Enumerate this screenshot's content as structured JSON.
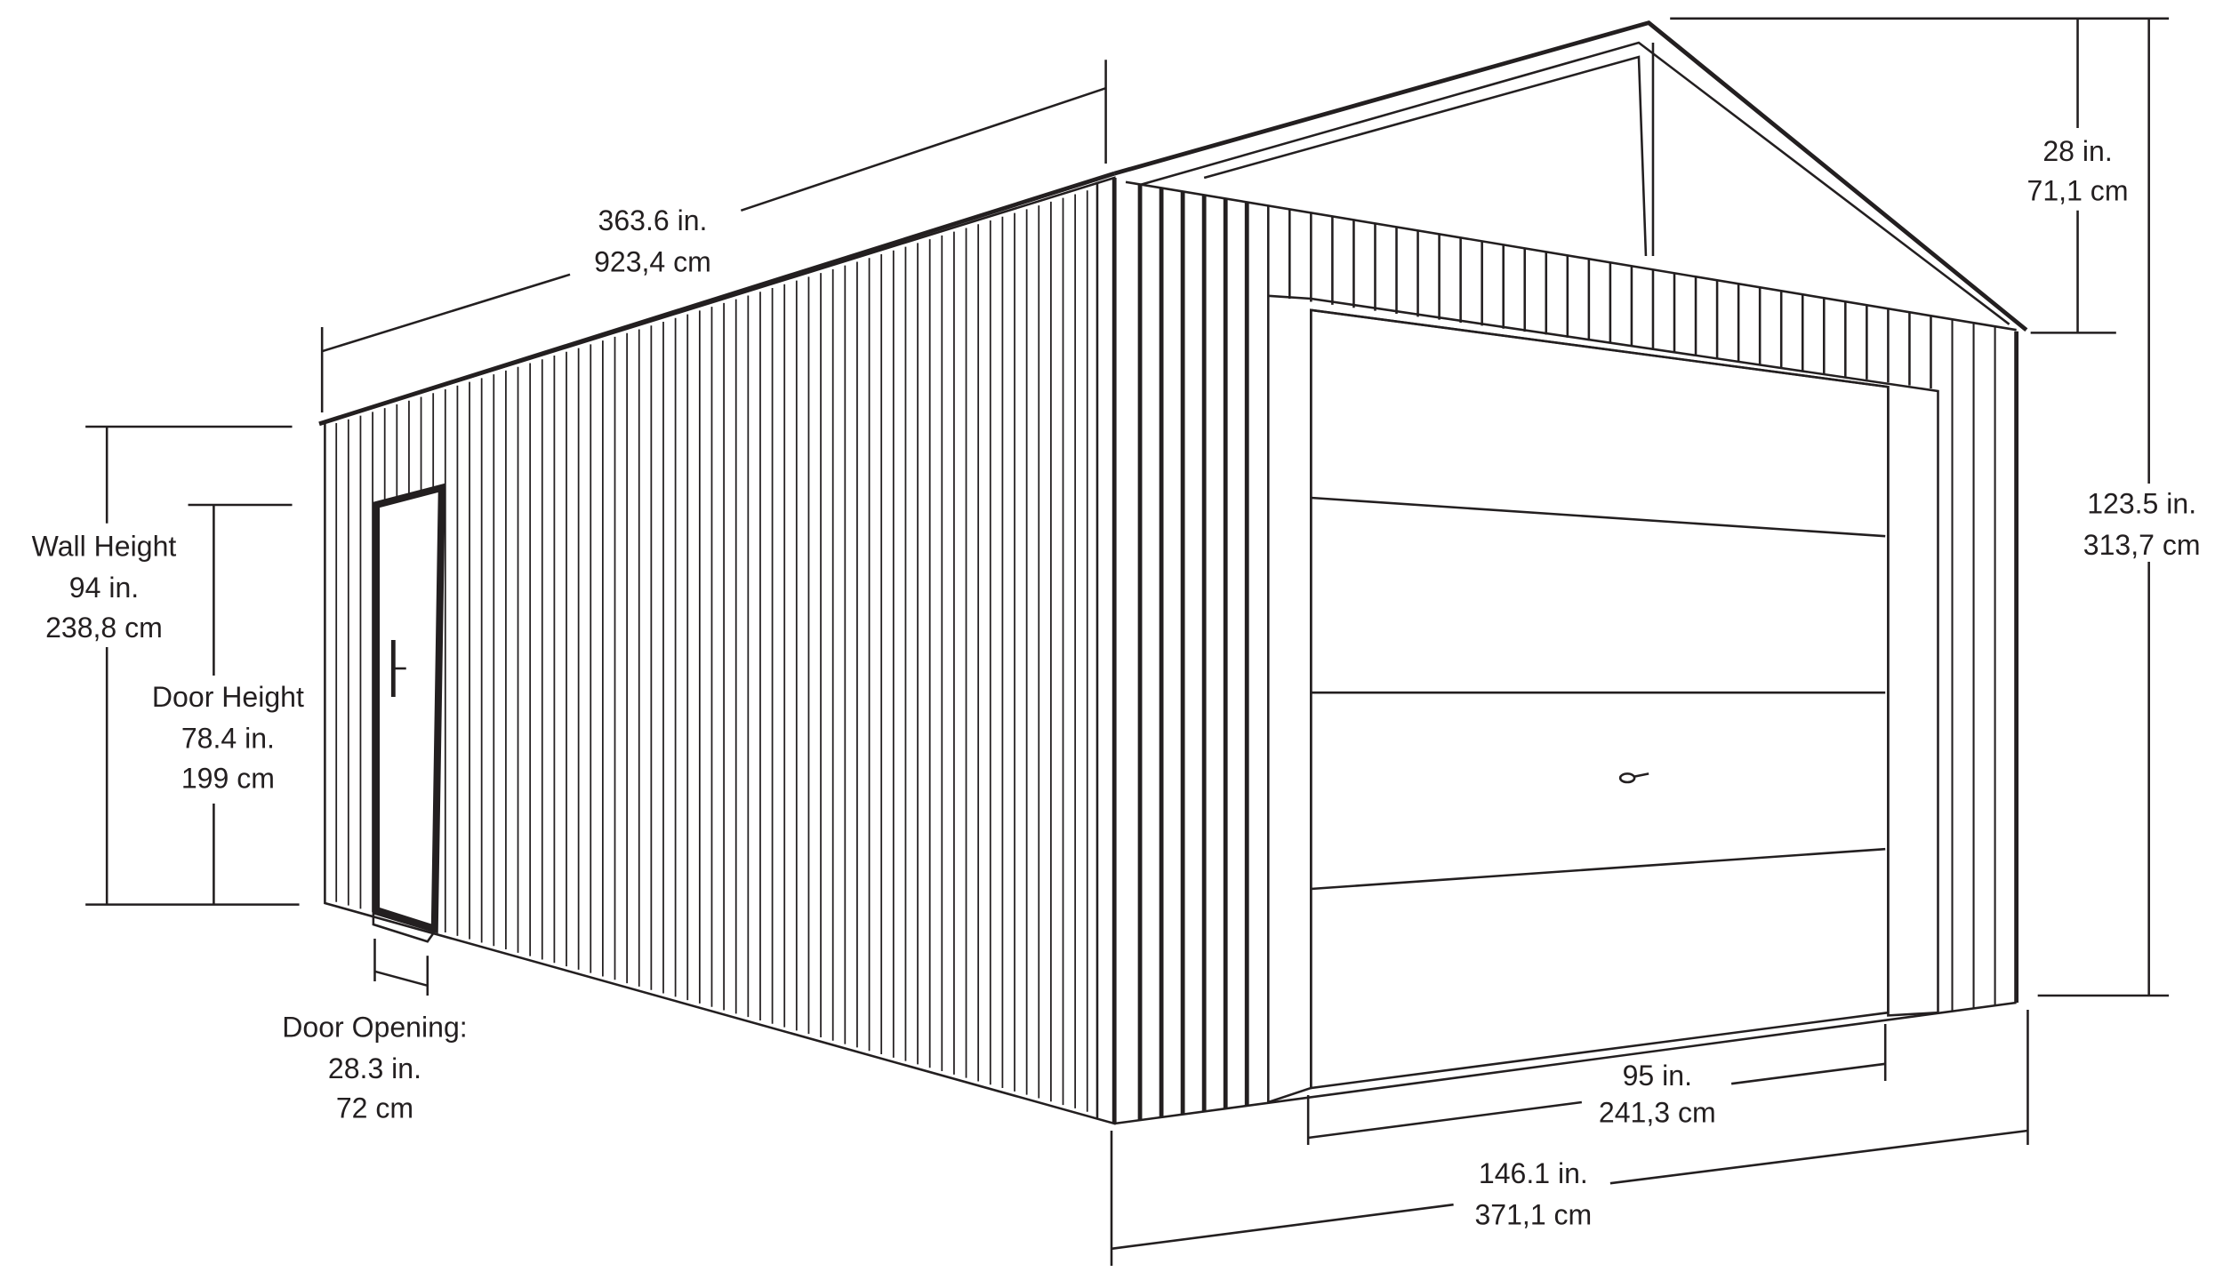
{
  "dimensions": {
    "length": {
      "imperial": "363.6 in.",
      "metric": "923,4 cm"
    },
    "gable_height": {
      "imperial": "28 in.",
      "metric": "71,1 cm"
    },
    "total_height": {
      "imperial": "123.5 in.",
      "metric": "313,7 cm"
    },
    "wall_height": {
      "label": "Wall Height",
      "imperial": "94 in.",
      "metric": "238,8 cm"
    },
    "door_height": {
      "label": "Door Height",
      "imperial": "78.4 in.",
      "metric": "199 cm"
    },
    "door_opening": {
      "label": "Door Opening:",
      "imperial": "28.3 in.",
      "metric": "72 cm"
    },
    "garage_door_width": {
      "imperial": "95 in.",
      "metric": "241,3 cm"
    },
    "width": {
      "imperial": "146.1 in.",
      "metric": "371,1 cm"
    }
  },
  "colors": {
    "line": "#231f20",
    "background": "#ffffff"
  }
}
